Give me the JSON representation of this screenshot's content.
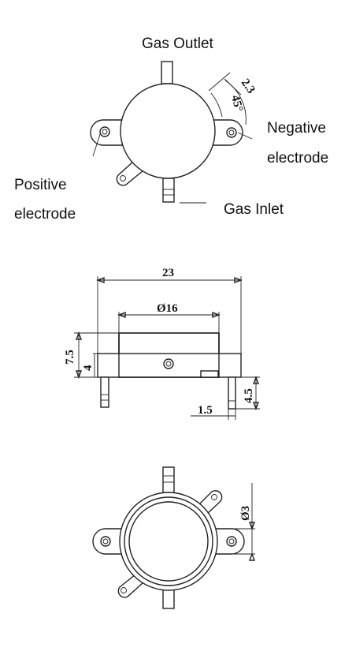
{
  "labels": {
    "gas_outlet": "Gas Outlet",
    "negative_line1": "Negative",
    "negative_line2": "electrode",
    "positive_line1": "Positive",
    "positive_line2": "electrode",
    "gas_inlet": "Gas Inlet"
  },
  "dimensions": {
    "tab_width": "2.3",
    "tab_angle": "45°",
    "overall_width": "23",
    "body_diameter": "Ø16",
    "total_height": "7.5",
    "body_height": "4",
    "pin_length": "4.5",
    "pin_width": "1.5",
    "hole_diameter": "Ø3"
  },
  "colors": {
    "line": "#222222",
    "text": "#111111",
    "background": "#ffffff"
  }
}
